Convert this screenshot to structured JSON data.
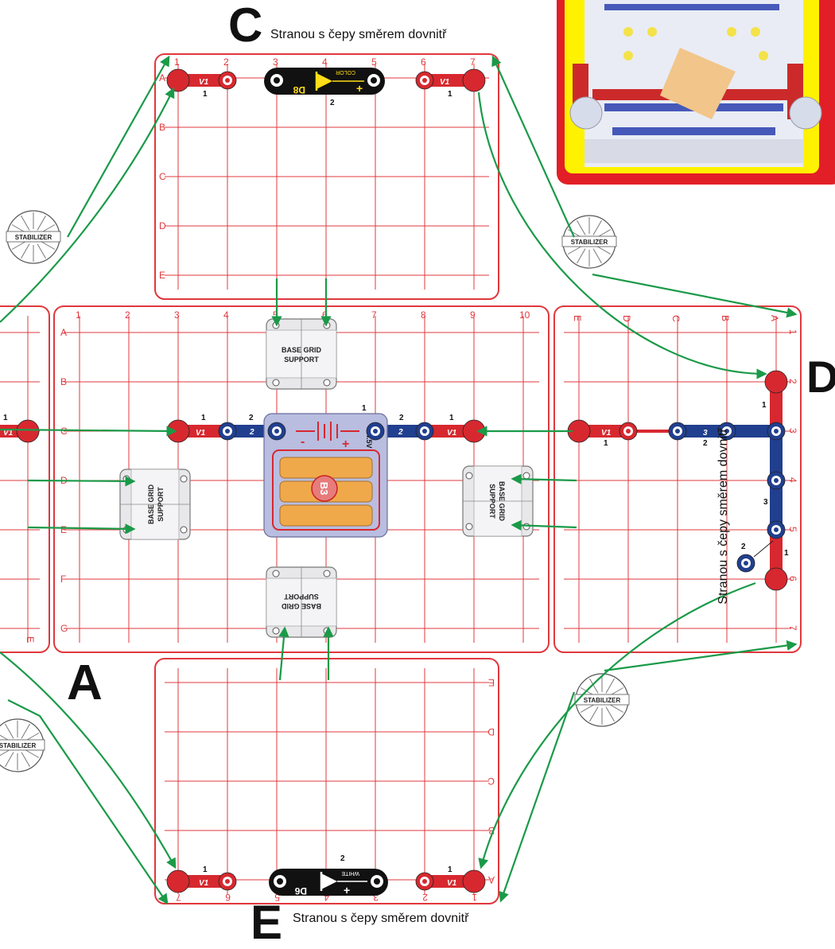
{
  "headings": {
    "C": {
      "letter": "C",
      "text": "Stranou s čepy směrem dovnitř"
    },
    "D": {
      "letter": "D",
      "text": "Stranou s čepy směrem dovnitř"
    },
    "E": {
      "letter": "E",
      "text": "Stranou s čepy směrem dovnitř"
    },
    "A": {
      "letter": "A"
    }
  },
  "stabilizer_label": "STABILIZER",
  "base_grid_support_label": [
    "BASE GRID",
    "SUPPORT"
  ],
  "grid_C": {
    "cols": [
      "1",
      "2",
      "3",
      "4",
      "5",
      "6",
      "7"
    ],
    "rows": [
      "A",
      "B",
      "C",
      "D",
      "E"
    ]
  },
  "grid_A": {
    "cols": [
      "1",
      "2",
      "3",
      "4",
      "5",
      "6",
      "7",
      "8",
      "9",
      "10"
    ],
    "rows": [
      "A",
      "B",
      "C",
      "D",
      "E",
      "F",
      "G"
    ]
  },
  "grid_D": {
    "cols": [
      "A",
      "B",
      "C",
      "D",
      "E"
    ],
    "rows": [
      "1",
      "2",
      "3",
      "4",
      "5",
      "6",
      "7"
    ]
  },
  "grid_E": {
    "cols": [
      "7",
      "6",
      "5",
      "4",
      "3",
      "2",
      "1"
    ],
    "rows": [
      "E",
      "D",
      "C",
      "B",
      "A"
    ]
  },
  "grid_left": {
    "rows": [
      "E"
    ]
  },
  "parts": {
    "wire_label": "V1",
    "blue_wire_label": "2",
    "blue_wire3_label": "3",
    "d8": {
      "name": "D8",
      "tag": "COLOR",
      "plus": "+"
    },
    "d6": {
      "name": "D6",
      "tag": "WHITE",
      "plus": "+"
    },
    "battery": {
      "name": "B3",
      "voltage": "4.5V",
      "minus": "-",
      "plus": "+"
    },
    "level1": "1",
    "level2": "2",
    "level3": "3"
  },
  "colors": {
    "grid_red": "#e0383d",
    "wire_red": "#d7282f",
    "wire_blue": "#213f8f",
    "arrow_green": "#1a9a48",
    "battery_case": "#b9bde0",
    "battery_cell": "#f0a94a",
    "inset_yellow": "#fff200",
    "inset_red": "#e21f26"
  }
}
